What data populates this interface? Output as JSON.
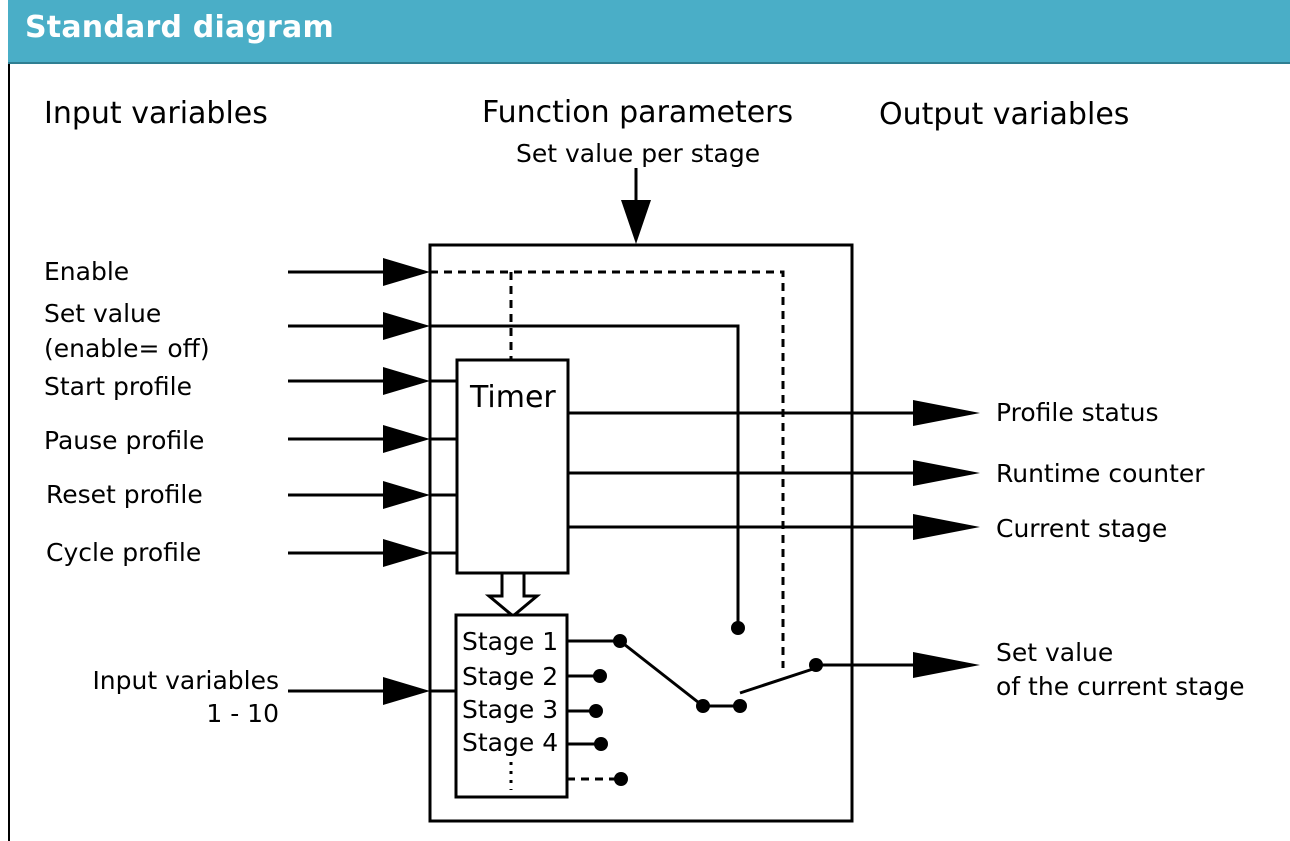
{
  "header": {
    "title": "Standard diagram"
  },
  "columns": {
    "inputs": "Input variables",
    "params": "Function parameters",
    "outputs": "Output variables"
  },
  "param_label": "Set value per stage",
  "inputs": {
    "enable": "Enable",
    "set_value_1": "Set value",
    "set_value_2": "(enable= off)",
    "start": "Start profile",
    "pause": "Pause profile",
    "reset": "Reset profile",
    "cycle": "Cycle profile",
    "vars_1": "Input variables",
    "vars_2": "1 - 10"
  },
  "timer": "Timer",
  "stages": [
    "Stage 1",
    "Stage 2",
    "Stage 3",
    "Stage 4"
  ],
  "outputs": {
    "status": "Profile status",
    "runtime": "Runtime counter",
    "current": "Current stage",
    "setval_1": "Set value",
    "setval_2": "of the current stage"
  }
}
